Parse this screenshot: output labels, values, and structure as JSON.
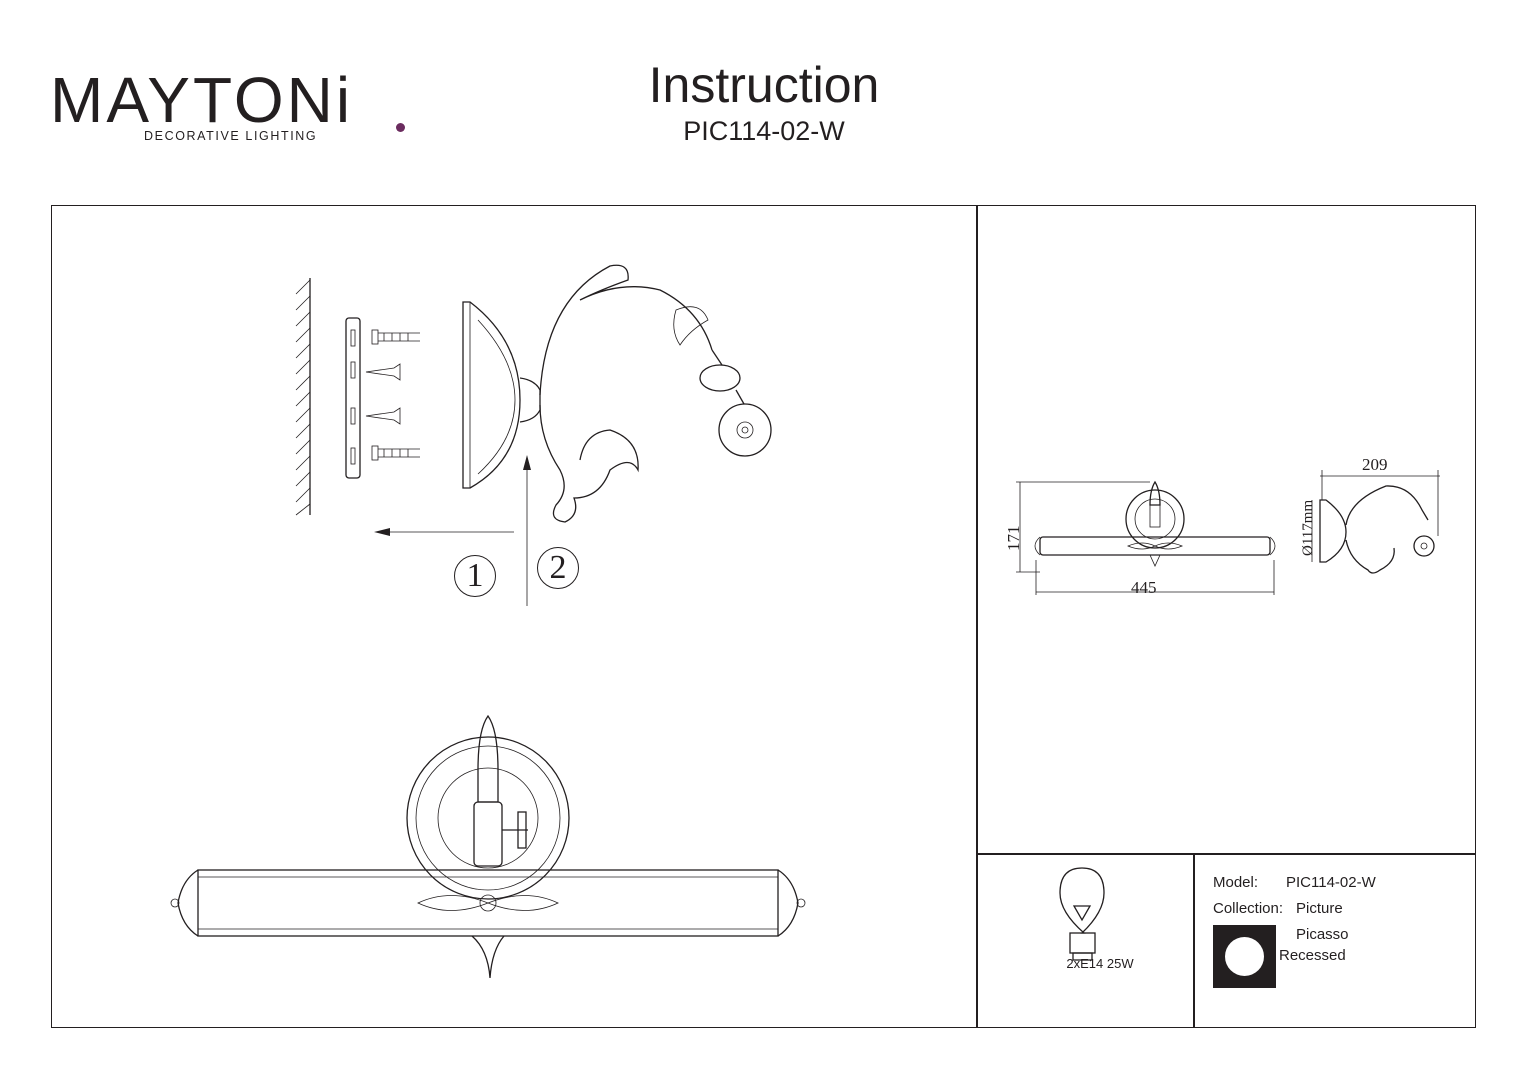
{
  "brand": {
    "name": "MAYTONi",
    "tagline": "DECORATIVE LIGHTING",
    "accent": "#6b2c5f"
  },
  "header": {
    "title": "Instruction",
    "model_code": "PIC114-02-W"
  },
  "installation": {
    "steps": [
      "1",
      "2"
    ]
  },
  "dimensions": {
    "height": "171",
    "length": "445",
    "depth": "209",
    "base_diameter": "Ø117mm"
  },
  "lamp": {
    "icon": "bulb-icon",
    "caption": "2xE14 25W"
  },
  "specs": {
    "model_label": "Model:",
    "model_value": "PIC114-02-W",
    "collection_label": "Collection:",
    "collection_value": "Picture",
    "series_value": "Picasso",
    "mount_value": "Recessed",
    "mount_icon": "recessed-icon"
  }
}
